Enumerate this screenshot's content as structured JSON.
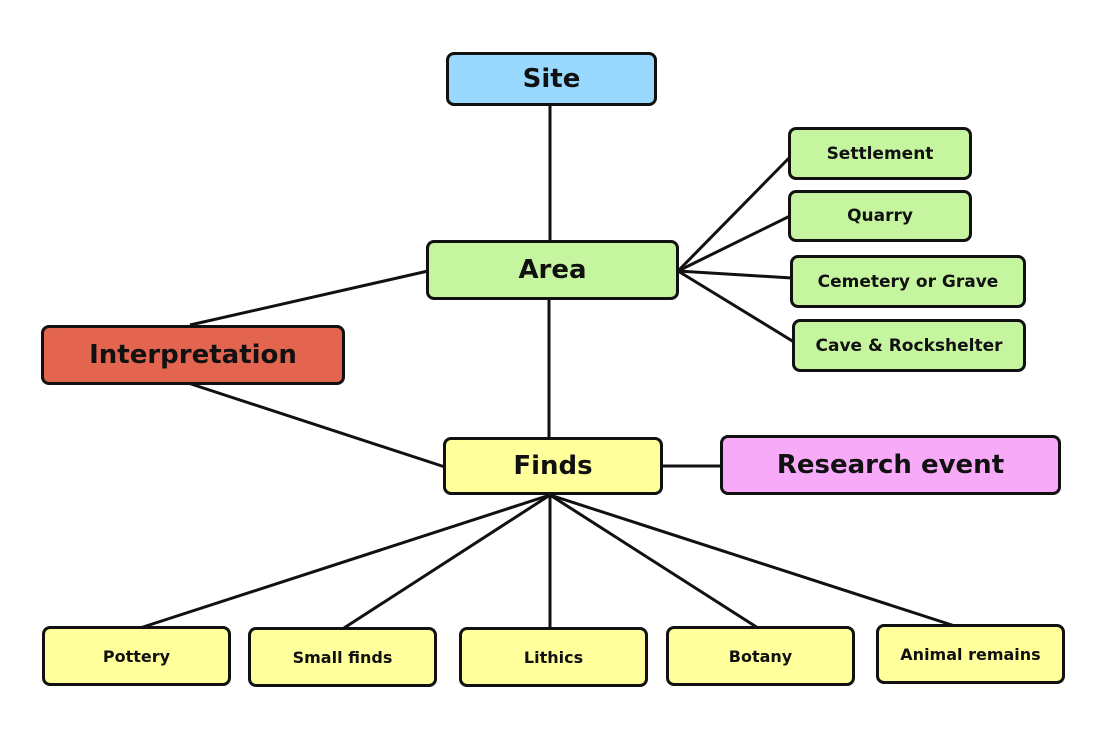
{
  "colors": {
    "blue": "#99d9ff",
    "green": "#c6f5a0",
    "red": "#e4654f",
    "yellow": "#ffff9c",
    "pink": "#f7aaf7",
    "stroke": "#111111"
  },
  "nodes": {
    "site": "Site",
    "area": "Area",
    "interpretation": "Interpretation",
    "finds": "Finds",
    "research_event": "Research event",
    "area_types": [
      "Settlement",
      "Quarry",
      "Cemetery or Grave",
      "Cave & Rockshelter"
    ],
    "find_types": [
      "Pottery",
      "Small finds",
      "Lithics",
      "Botany",
      "Animal remains"
    ]
  }
}
